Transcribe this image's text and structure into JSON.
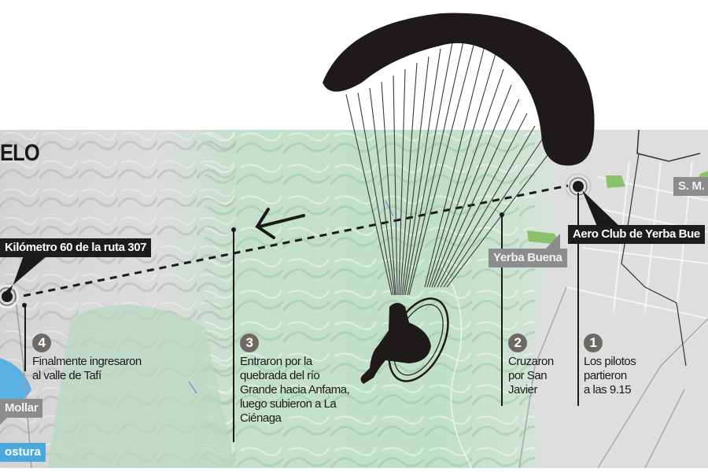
{
  "title": {
    "text": "ELO"
  },
  "colors": {
    "terrain_green": "#b9dcc3",
    "terrain_gray": "#d6d6d6",
    "urban_gray": "#dcdcdc",
    "callout_dark": "#1d1d1d",
    "callout_gray": "#8c8c8c",
    "callout_blue": "#4aa8dd",
    "step_badge": "#6d6a66",
    "paraglider": "#1e1a1a"
  },
  "places": {
    "km60": "Kilómetro 60 de la ruta 307",
    "aero_club": "Aero Club de Yerba Bue",
    "yerba_buena": "Yerba Buena",
    "san_miguel": "S. M.",
    "el_mollar": "Mollar",
    "angostura": "ostura"
  },
  "steps": [
    {
      "num": "1",
      "text": "Los pilotos\npartieron\na las 9.15"
    },
    {
      "num": "2",
      "text": "Cruzaron\npor San\nJavier"
    },
    {
      "num": "3",
      "text": "Entraron por la\nquebrada del río\nGrande hacia Anfama,\nluego subieron a La\nCiénaga"
    },
    {
      "num": "4",
      "text": "Finalmente ingresaron\nal valle de Tafí"
    }
  ],
  "icons": {
    "direction": "arrow-left-icon",
    "paraglider": "paramotor-paraglider-icon",
    "start_marker": "location-target-icon",
    "end_marker": "location-target-icon"
  }
}
